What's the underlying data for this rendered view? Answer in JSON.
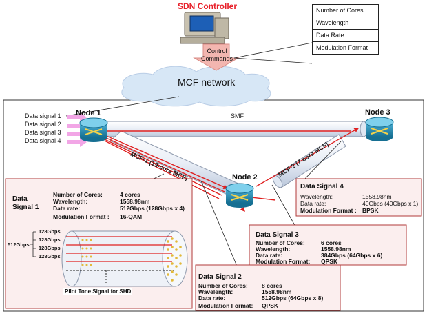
{
  "controller": {
    "title": "SDN Controller",
    "commands_label": "Control Commands",
    "parameters": [
      "Number of Cores",
      "Wavelength",
      "Data Rate",
      "Modulation Format"
    ]
  },
  "network_label": "MCF network",
  "inputs": [
    "Data signal 1",
    "Data signal 2",
    "Data signal 3",
    "Data signal 4"
  ],
  "nodes": [
    "Node 1",
    "Node 2",
    "Node 3"
  ],
  "links": {
    "smf": "SMF",
    "mcf1": "MCF-1 (19-core MCF)",
    "mcf2": "MCF-2 (7-core MCF)"
  },
  "signal1": {
    "title": "Data Signal 1",
    "rows": [
      {
        "label": "Number of Cores:",
        "value": "4 cores"
      },
      {
        "label": "Wavelength:",
        "value": "1558.98nm"
      },
      {
        "label": "Data rate:",
        "value": "512Gbps (128Gbps x 4)"
      },
      {
        "label": "Modulation Format :",
        "value": "16-QAM"
      }
    ],
    "total_rate": "512Gbps",
    "core_rates": [
      "128Gbps",
      "128Gbps",
      "128Gbps",
      "128Gbps"
    ],
    "pilot_label": "Pilot Tone Signal for SHD"
  },
  "signal2": {
    "title": "Data Signal 2",
    "rows": [
      {
        "label": "Number of Cores:",
        "value": "8 cores"
      },
      {
        "label": "Wavelength:",
        "value": "1558.98nm"
      },
      {
        "label": "Data rate:",
        "value": "512Gbps (64Gbps x 8)"
      },
      {
        "label": "Modulation Format:",
        "value": "QPSK"
      }
    ]
  },
  "signal3": {
    "title": "Data Signal 3",
    "rows": [
      {
        "label": "Number of Cores:",
        "value": "6 cores"
      },
      {
        "label": "Wavelength:",
        "value": "1558.98nm"
      },
      {
        "label": "Data rate:",
        "value": "384Gbps (64Gbps x 6)"
      },
      {
        "label": "Modulation Format:",
        "value": "QPSK"
      }
    ]
  },
  "signal4": {
    "title": "Data Signal 4",
    "rows": [
      {
        "label": "Wavelength:",
        "value": "1558.98nm"
      },
      {
        "label": "Data rate:",
        "value": "40Gbps (40Gbps x 1)"
      },
      {
        "label": "Modulation Format :",
        "value": "BPSK"
      }
    ]
  },
  "colors": {
    "controller_title": "#e8202a",
    "signal_line": "#e02020",
    "box_border": "#b23a3a",
    "box_fill": "#fbeeee",
    "node_fill": "#1e8fb4",
    "input_arrow": "#f2a6e6",
    "cloud": "#d7e7f6"
  },
  "icons": [
    "computer-icon",
    "node-switch-icon",
    "cloud-icon",
    "fiber-cylinder-icon"
  ]
}
